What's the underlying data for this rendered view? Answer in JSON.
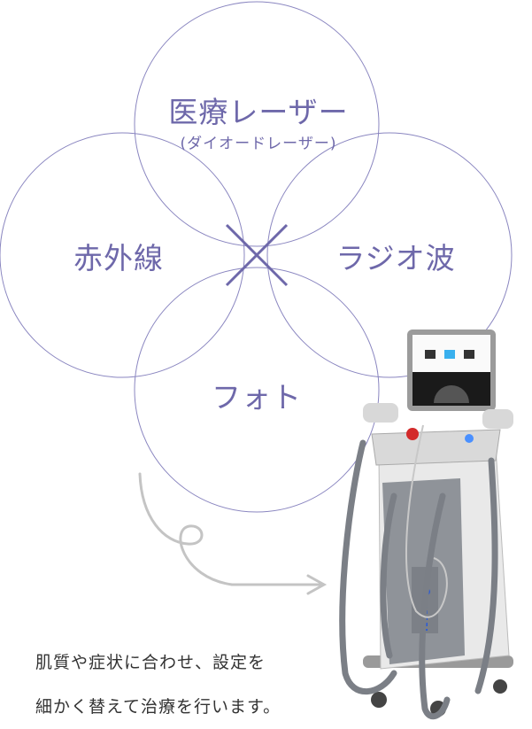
{
  "diagram": {
    "center_symbol": "×",
    "circles": [
      {
        "title": "医療レーザー",
        "subtitle": "(ダイオードレーザー)"
      },
      {
        "title": "赤外線"
      },
      {
        "title": "ラジオ波"
      },
      {
        "title": "フォト"
      }
    ],
    "caption": [
      "肌質や症状に合わせ、設定を",
      "細かく替えて治療を行います。"
    ]
  },
  "colors": {
    "accent": "#6e68aa",
    "circle_line": "#8a86c0",
    "arrow": "#bdbdbd",
    "text": "#333333"
  }
}
